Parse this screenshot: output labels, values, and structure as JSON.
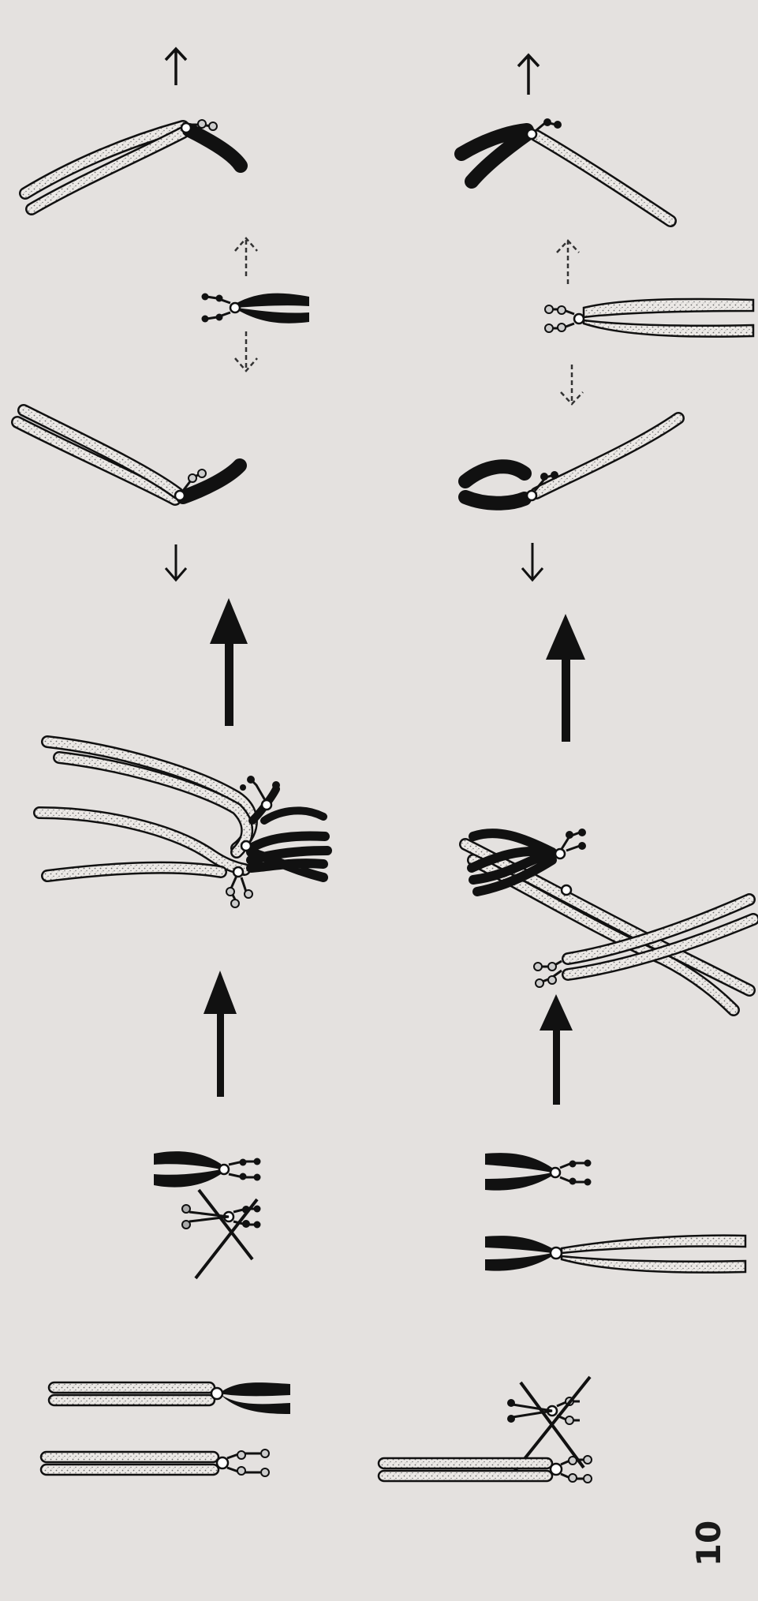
{
  "figure": {
    "label": "10",
    "colors": {
      "background": "#e4e1df",
      "ink": "#111111",
      "stipple_fill": "#ece9e6"
    },
    "icons": [
      "arrow-up-icon",
      "arrow-down-icon",
      "dashed-arrow-icon",
      "cross-out-icon",
      "satellite-icon",
      "centromere-icon"
    ],
    "columns": [
      {
        "name": "left",
        "rows": [
          "translocation-chromosome",
          "chromosome-pair-crossed-out",
          "pachytene-configuration",
          "anaphase-segregation"
        ]
      },
      {
        "name": "right",
        "rows": [
          "acrocentric-chromosome-crossed-out",
          "chromosome-pair",
          "pachytene-configuration",
          "anaphase-segregation"
        ]
      }
    ]
  }
}
